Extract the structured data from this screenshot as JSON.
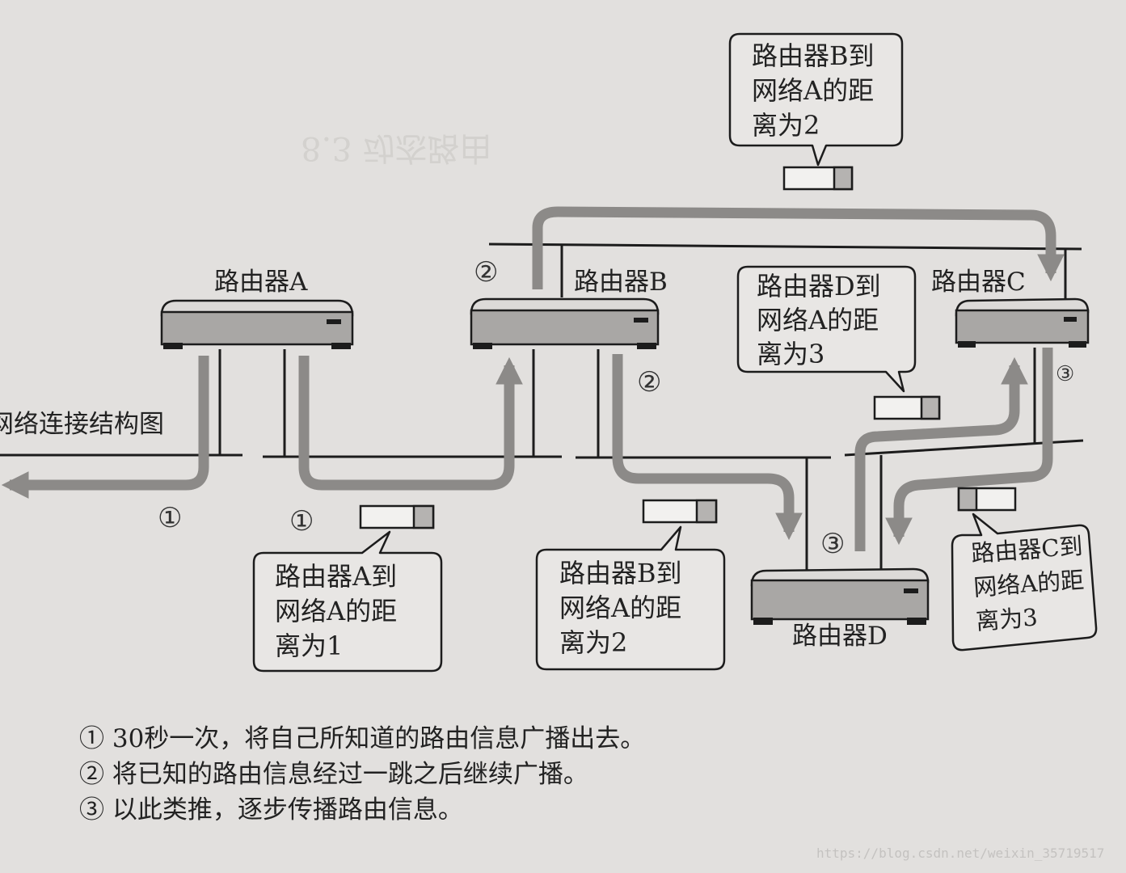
{
  "routers": {
    "a": "路由器A",
    "b": "路由器B",
    "c": "路由器C",
    "d": "路由器D"
  },
  "side_label": "网络连接结构图",
  "steps": {
    "one": "①",
    "two": "②",
    "three": "③"
  },
  "callouts": {
    "b_top": {
      "l1": "路由器B到",
      "l2": "网络A的距",
      "l3": "离为2"
    },
    "d_mid": {
      "l1": "路由器D到",
      "l2": "网络A的距",
      "l3": "离为3"
    },
    "a_bottom": {
      "l1": "路由器A到",
      "l2": "网络A的距",
      "l3": "离为1"
    },
    "b_bottom": {
      "l1": "路由器B到",
      "l2": "网络A的距",
      "l3": "离为2"
    },
    "c_bottom": {
      "l1": "路由器C到",
      "l2": "网络A的距",
      "l3": "离为3"
    }
  },
  "legend": {
    "line1": "① 30秒一次，将自己所知道的路由信息广播出去。",
    "line2": "② 将已知的路由信息经过一跳之后继续广播。",
    "line3": "③ 以此类推，逐步传播路由信息。"
  },
  "watermark": "https://blog.csdn.net/weixin_35719517",
  "ghost_text": "8.3 动态路由",
  "colors": {
    "paper": "#e2e0de",
    "router_body": "#a9a7a5",
    "router_top": "#dcdad8",
    "flow_arrow": "#8c8a88",
    "line": "#1c1c1c",
    "packet_fill": "#b5b3b1"
  }
}
